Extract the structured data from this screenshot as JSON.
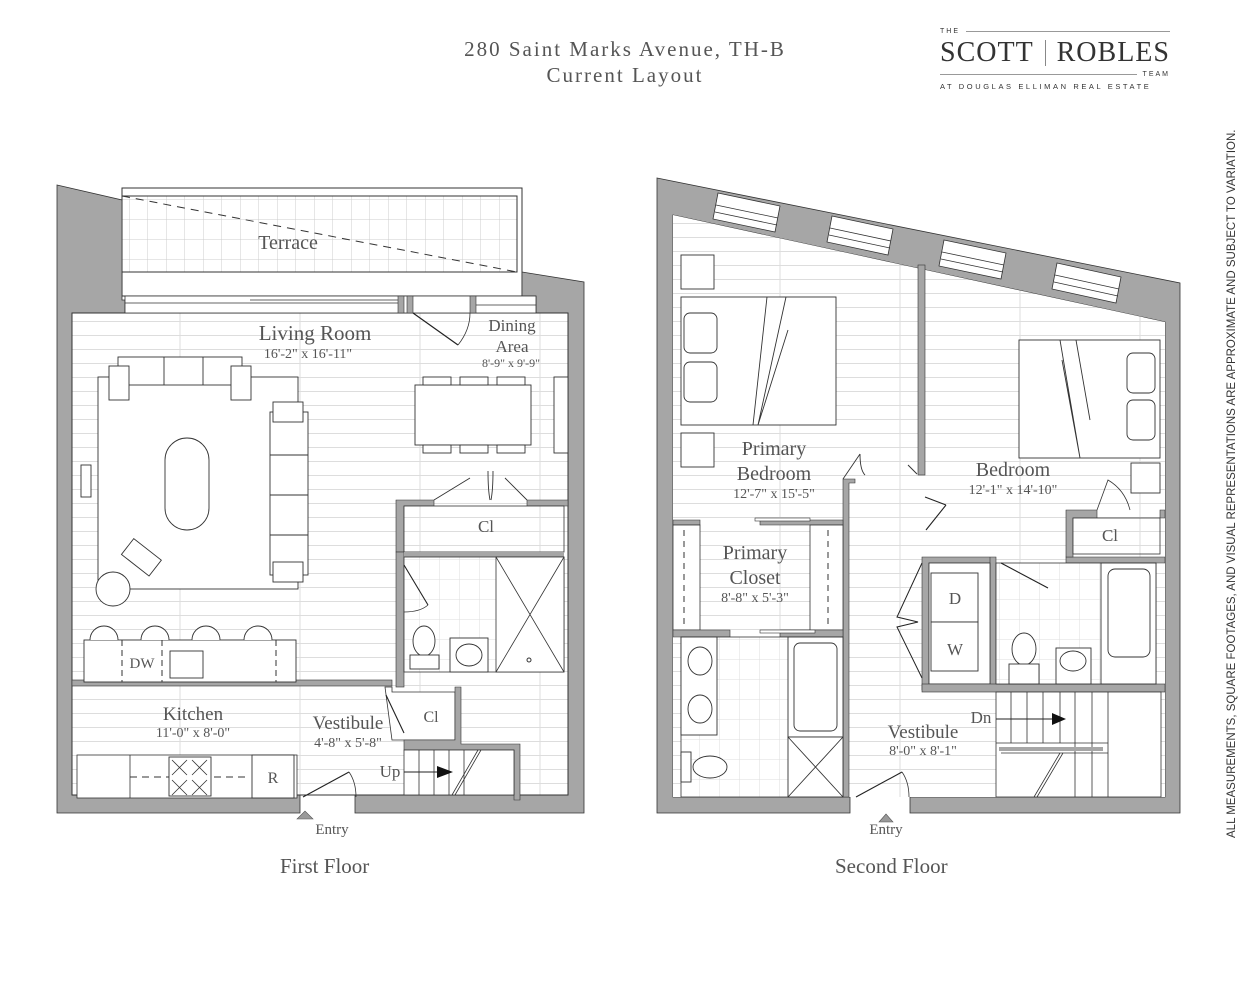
{
  "header": {
    "address": "280 Saint Marks Avenue, TH-B",
    "subtitle": "Current Layout"
  },
  "logo": {
    "the": "THE",
    "name_left": "SCOTT",
    "name_right": "ROBLES",
    "team": "TEAM",
    "brokerage": "AT DOUGLAS ELLIMAN REAL ESTATE"
  },
  "disclaimer": "ALL MEASUREMENTS, SQUARE FOOTAGES, AND VISUAL REPRESENTATIONS ARE APPROXIMATE AND SUBJECT TO VARIATION.",
  "colors": {
    "wall": "#a6a6a6",
    "line": "#333333",
    "text": "#555555",
    "floor_lines": "#dddddd"
  },
  "first_floor": {
    "label": "First Floor",
    "rooms": {
      "terrace": {
        "name": "Terrace"
      },
      "living_room": {
        "name": "Living Room",
        "dims": "16'-2\" x 16'-11\""
      },
      "dining_area": {
        "name_line1": "Dining",
        "name_line2": "Area",
        "dims": "8'-9\" x 9'-9\""
      },
      "closet_main": {
        "name": "Cl"
      },
      "closet_vestibule": {
        "name": "Cl"
      },
      "kitchen": {
        "name": "Kitchen",
        "dims": "11'-0\" x 8'-0\""
      },
      "vestibule": {
        "name": "Vestibule",
        "dims": "4'-8\" x 5'-8\""
      }
    },
    "fixtures": {
      "dishwasher": "DW",
      "refrigerator": "R",
      "stairs": "Up"
    },
    "entry": "Entry"
  },
  "second_floor": {
    "label": "Second Floor",
    "rooms": {
      "primary_bedroom": {
        "name_line1": "Primary",
        "name_line2": "Bedroom",
        "dims": "12'-7\" x 15'-5\""
      },
      "bedroom": {
        "name": "Bedroom",
        "dims": "12'-1\" x 14'-10\""
      },
      "primary_closet": {
        "name_line1": "Primary",
        "name_line2": "Closet",
        "dims": "8'-8\" x 5'-3\""
      },
      "closet": {
        "name": "Cl"
      },
      "vestibule": {
        "name": "Vestibule",
        "dims": "8'-0\" x 8'-1\""
      }
    },
    "fixtures": {
      "dryer": "D",
      "washer": "W",
      "stairs": "Dn"
    },
    "entry": "Entry"
  }
}
